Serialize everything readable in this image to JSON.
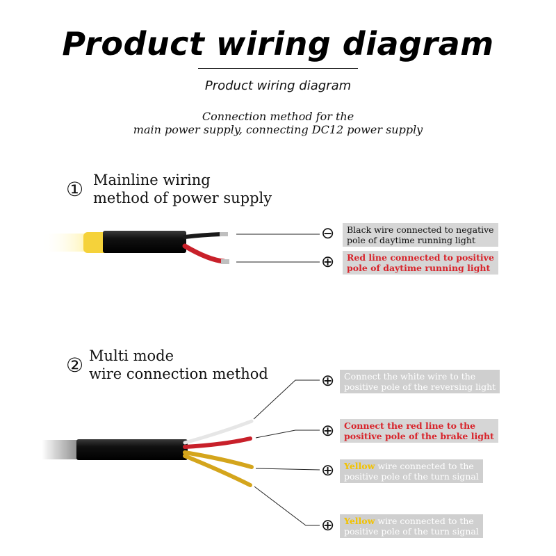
{
  "header": {
    "title": "Product wiring diagram",
    "subtitle": "Product wiring diagram",
    "description_line1": "Connection method for the",
    "description_line2": "main power supply, connecting DC12 power supply"
  },
  "section1": {
    "number": "①",
    "title_line1": "Mainline wiring",
    "title_line2": "method of power supply",
    "connections": [
      {
        "symbol": "⊖",
        "line1": "Black wire connected to negative",
        "line2": "pole of daytime running light"
      },
      {
        "symbol": "⊕",
        "line1": "Red line connected to positive",
        "line2": "pole of daytime running light"
      }
    ]
  },
  "section2": {
    "number": "②",
    "title_line1": "Multi mode",
    "title_line2": "wire connection method",
    "connections": [
      {
        "symbol": "⊕",
        "line1": "Connect the white wire to the",
        "line2": "positive pole of the reversing light"
      },
      {
        "symbol": "⊕",
        "line1": "Connect the red line to the",
        "line2": "positive pole of the brake light"
      },
      {
        "symbol": "⊕",
        "highlight": "Yellow",
        "line1_rest": " wire connected to the",
        "line2": "positive pole of the turn signal"
      },
      {
        "symbol": "⊕",
        "highlight": "Yellow",
        "line1_rest": " wire connected to the",
        "line2": "positive pole of the turn signal"
      }
    ]
  },
  "colors": {
    "label_bg": "#d6d6d6",
    "red_text": "#d8232a",
    "yellow_text": "#f2c200",
    "cable_black": "#0a0a0a",
    "wire_red": "#c8202a",
    "wire_yellow": "#d4a51c",
    "wire_white": "#e6e6e6",
    "led_glow": "#fff2a0"
  }
}
